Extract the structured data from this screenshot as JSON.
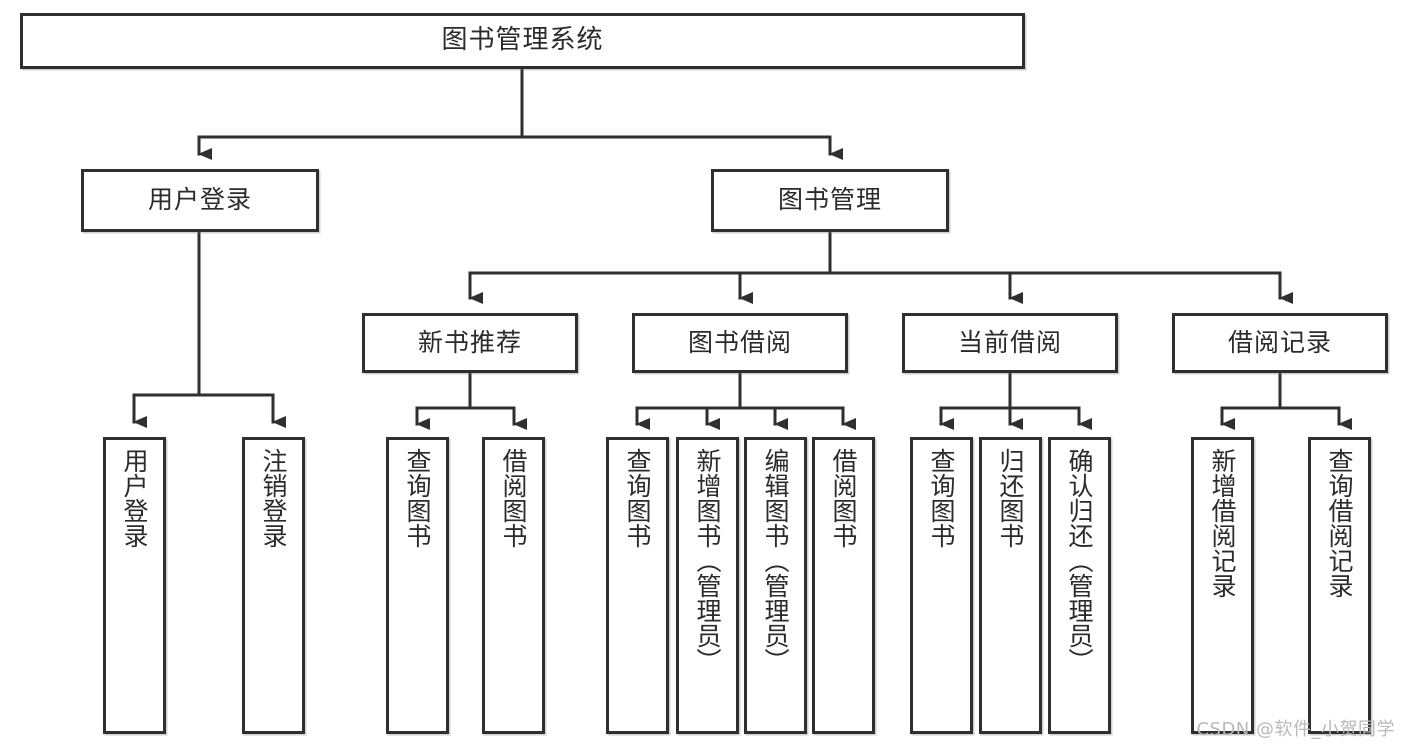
{
  "diagram": {
    "title_node": {
      "label": "图书管理系统"
    },
    "level2": [
      {
        "id": "user-login",
        "label": "用户登录"
      },
      {
        "id": "book-manage",
        "label": "图书管理"
      }
    ],
    "level3": [
      {
        "id": "new-book-recommend",
        "label": "新书推荐"
      },
      {
        "id": "book-borrow",
        "label": "图书借阅"
      },
      {
        "id": "current-borrow",
        "label": "当前借阅"
      },
      {
        "id": "borrow-record",
        "label": "借阅记录"
      }
    ],
    "leaves": [
      {
        "id": "leaf-user-login",
        "label": "用户登录"
      },
      {
        "id": "leaf-logout-login",
        "label": "注销登录"
      },
      {
        "id": "leaf-query-book-1",
        "label": "查询图书"
      },
      {
        "id": "leaf-borrow-book-1",
        "label": "借阅图书"
      },
      {
        "id": "leaf-query-book-2",
        "label": "查询图书"
      },
      {
        "id": "leaf-add-book-admin",
        "label": "新增图书（管理员）"
      },
      {
        "id": "leaf-edit-book-admin",
        "label": "编辑图书（管理员）"
      },
      {
        "id": "leaf-borrow-book-2",
        "label": "借阅图书"
      },
      {
        "id": "leaf-query-book-3",
        "label": "查询图书"
      },
      {
        "id": "leaf-return-book",
        "label": "归还图书"
      },
      {
        "id": "leaf-confirm-return-admin",
        "label": "确认归还（管理员）"
      },
      {
        "id": "leaf-add-borrow-record",
        "label": "新增借阅记录"
      },
      {
        "id": "leaf-query-borrow-record",
        "label": "查询借阅记录"
      }
    ]
  },
  "watermark": {
    "text": "CSDN @软件_小贺同学"
  },
  "colors": {
    "stroke": "#2f2f2f",
    "text": "#2b2b2b",
    "background": "#ffffff",
    "watermark": "#b9b9b9"
  }
}
